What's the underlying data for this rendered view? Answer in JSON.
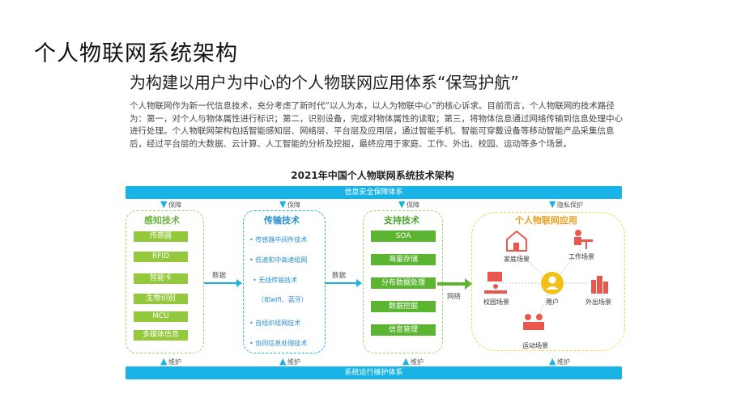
{
  "header": {
    "title": "个人物联网系统架构",
    "subtitle": "为构建以用户为中心的个人物联网应用体系“保驾护航”",
    "intro": "个人物联网作为新一代信息技术，充分考虑了新时代“以人为本，以人为物联中心”的核心诉求。目前而言，个人物联网的技术路径为：第一，对个人与物体属性进行标识；第二，识别设备，完成对物体属性的读取；第三，将物体信息通过网络传输到信息处理中心进行处理。个人物联网架构包括智能感知层、网络层、平台层及应用层，通过智能手机、智能可穿戴设备等移动智能产品采集信息后，经过平台层的大数据、云计算、人工智能的分析及挖掘，最终应用于家庭、工作、外出、校园、运动等多个场景。"
  },
  "diagram": {
    "title": "2021年中国个人物联网系统技术架构",
    "top_bar": "信息安全保障体系",
    "bottom_bar": "系统运行维护体系",
    "guarantee": "保障",
    "privacy": "隐私保护",
    "maintain": "维护",
    "sense": {
      "title": "感知技术",
      "items": [
        "传感器",
        "RFID",
        "智能卡",
        "生物识别",
        "MCU",
        "多媒体信息"
      ]
    },
    "transport": {
      "title": "传输技术",
      "items": [
        "• 传感器中间件技术",
        "• 低速和中高速组网",
        "• 无线传输技术",
        "（如wifi、蓝牙）",
        "• 自组织组网技术",
        "• 协同信息处理技术"
      ]
    },
    "support": {
      "title": "支持技术",
      "items": [
        "SOA",
        "海量存储",
        "分布数据处理",
        "数据挖掘",
        "信息管理"
      ]
    },
    "application": {
      "title": "个人物联网应用",
      "center": "用户",
      "scenes": [
        "家庭场景",
        "工作场景",
        "校园场景",
        "外出场景",
        "运动场景"
      ]
    },
    "flows": {
      "data1": "数据",
      "data2": "数据",
      "network": "网络"
    },
    "colors": {
      "blue": "#1ab3e6",
      "green": "#94c83d",
      "dark_green": "#5cb531",
      "yellow": "#f2d34e",
      "red": "#e8584f"
    }
  }
}
